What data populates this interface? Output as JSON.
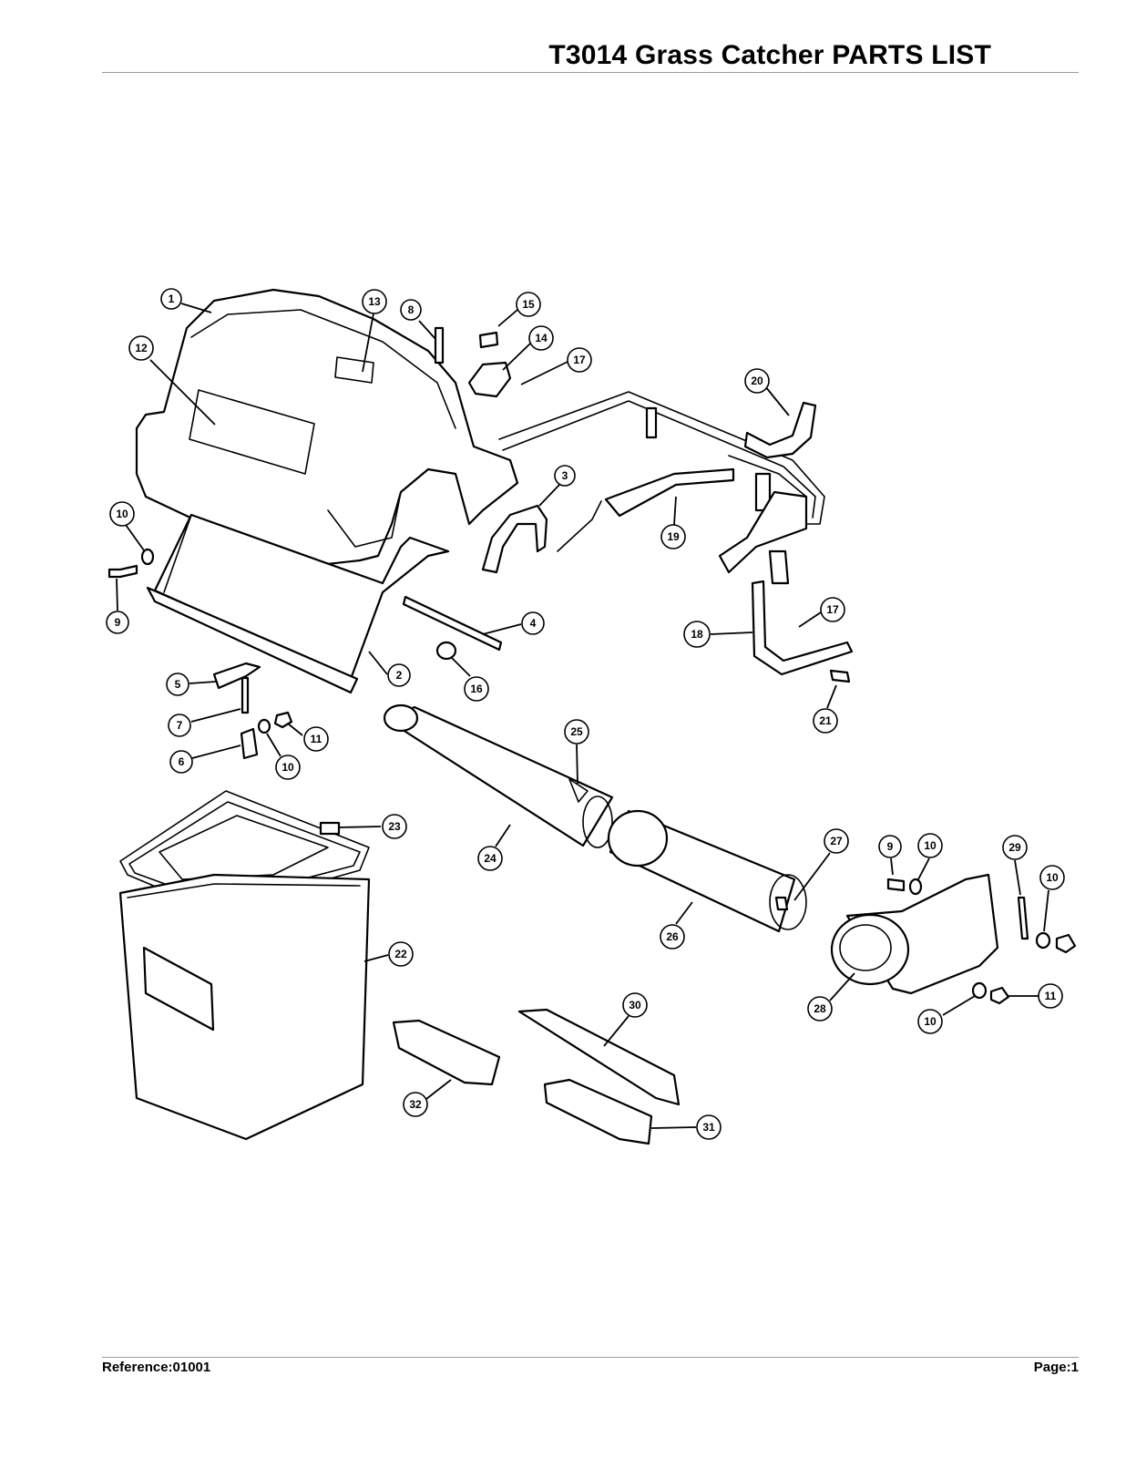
{
  "header": {
    "title": "T3014 Grass Catcher PARTS LIST"
  },
  "footer": {
    "reference": "Reference:01001",
    "page": "Page:1"
  },
  "callouts": [
    {
      "key": "c1",
      "label": "1"
    },
    {
      "key": "c12",
      "label": "12"
    },
    {
      "key": "c13",
      "label": "13"
    },
    {
      "key": "c8",
      "label": "8"
    },
    {
      "key": "c15",
      "label": "15"
    },
    {
      "key": "c14",
      "label": "14"
    },
    {
      "key": "c17a",
      "label": "17"
    },
    {
      "key": "c20",
      "label": "20"
    },
    {
      "key": "c3",
      "label": "3"
    },
    {
      "key": "c19",
      "label": "19"
    },
    {
      "key": "c10a",
      "label": "10"
    },
    {
      "key": "c9a",
      "label": "9"
    },
    {
      "key": "c4",
      "label": "4"
    },
    {
      "key": "c18",
      "label": "18"
    },
    {
      "key": "c17b",
      "label": "17"
    },
    {
      "key": "c5",
      "label": "5"
    },
    {
      "key": "c2",
      "label": "2"
    },
    {
      "key": "c16",
      "label": "16"
    },
    {
      "key": "c21",
      "label": "21"
    },
    {
      "key": "c7",
      "label": "7"
    },
    {
      "key": "c11a",
      "label": "11"
    },
    {
      "key": "c6",
      "label": "6"
    },
    {
      "key": "c10b",
      "label": "10"
    },
    {
      "key": "c25",
      "label": "25"
    },
    {
      "key": "c23",
      "label": "23"
    },
    {
      "key": "c24",
      "label": "24"
    },
    {
      "key": "c27",
      "label": "27"
    },
    {
      "key": "c9b",
      "label": "9"
    },
    {
      "key": "c10c",
      "label": "10"
    },
    {
      "key": "c29",
      "label": "29"
    },
    {
      "key": "c10d",
      "label": "10"
    },
    {
      "key": "c22",
      "label": "22"
    },
    {
      "key": "c26",
      "label": "26"
    },
    {
      "key": "c28",
      "label": "28"
    },
    {
      "key": "c11b",
      "label": "11"
    },
    {
      "key": "c10e",
      "label": "10"
    },
    {
      "key": "c30",
      "label": "30"
    },
    {
      "key": "c32",
      "label": "32"
    },
    {
      "key": "c31",
      "label": "31"
    }
  ]
}
